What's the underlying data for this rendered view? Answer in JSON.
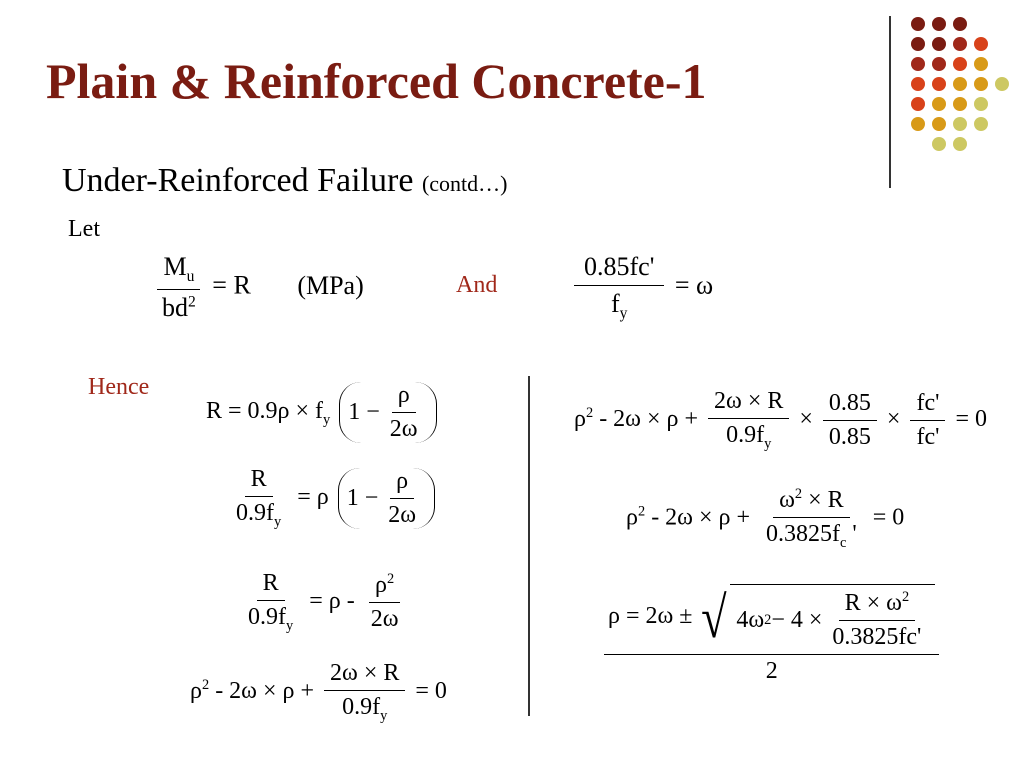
{
  "title": "Plain & Reinforced Concrete-1",
  "subtitle": {
    "main": "Under-Reinforced Failure",
    "note": "(contd…)"
  },
  "labels": {
    "let": "Let",
    "and": "And",
    "hence": "Hence"
  },
  "eq_let": {
    "num": "M",
    "num_sub": "u",
    "den": "bd",
    "den_sup": "2",
    "rhs": "= R",
    "unit": "(MPa)"
  },
  "eq_omega": {
    "num": "0.85fc'",
    "den": "f",
    "den_sub": "y",
    "rhs": "= ω"
  },
  "left_eqs": {
    "e1": {
      "lhs": "R = 0.9ρ × f",
      "lhs_sub": "y",
      "one": "1 −",
      "num": "ρ",
      "den": "2ω"
    },
    "e2": {
      "num": "R",
      "den": "0.9f",
      "den_sub": "y",
      "mid": "= ρ",
      "one": "1 −",
      "inum": "ρ",
      "iden": "2ω"
    },
    "e3": {
      "num": "R",
      "den": "0.9f",
      "den_sub": "y",
      "mid": "= ρ -",
      "inum": "ρ",
      "inum_sup": "2",
      "iden": "2ω"
    },
    "e4": {
      "lhs": "ρ",
      "lhs_sup": "2",
      "mid": "- 2ω × ρ +",
      "num": "2ω × R",
      "den": "0.9f",
      "den_sub": "y",
      "rhs": "= 0"
    }
  },
  "right_eqs": {
    "e1": {
      "lhs": "ρ",
      "lhs_sup": "2",
      "mid": "- 2ω × ρ +",
      "f1n": "2ω × R",
      "f1d": "0.9f",
      "f1d_sub": "y",
      "x1": "×",
      "f2n": "0.85",
      "f2d": "0.85",
      "x2": "×",
      "f3n": "fc'",
      "f3d": "fc'",
      "rhs": "= 0"
    },
    "e2": {
      "lhs": "ρ",
      "lhs_sup": "2",
      "mid": "- 2ω × ρ +",
      "num": "ω",
      "num_sup": "2",
      "num_rest": " × R",
      "den": "0.3825f",
      "den_sub": "c",
      "den_rest": " '",
      "rhs": "= 0"
    },
    "e3": {
      "lhs": "ρ = 2ω ±",
      "in1": "4ω",
      "in1_sup": "2",
      "in2": " − 4 ×",
      "inum": "R × ω",
      "inum_sup": "2",
      "iden": "0.3825fc'",
      "den": "2"
    }
  },
  "colors": {
    "title": "#7a1c12",
    "accent": "#a0281a"
  },
  "decoration": {
    "description_colors": [
      "#7a1c12",
      "#a0281a",
      "#d8421a",
      "#d89a18",
      "#cdc862"
    ]
  }
}
